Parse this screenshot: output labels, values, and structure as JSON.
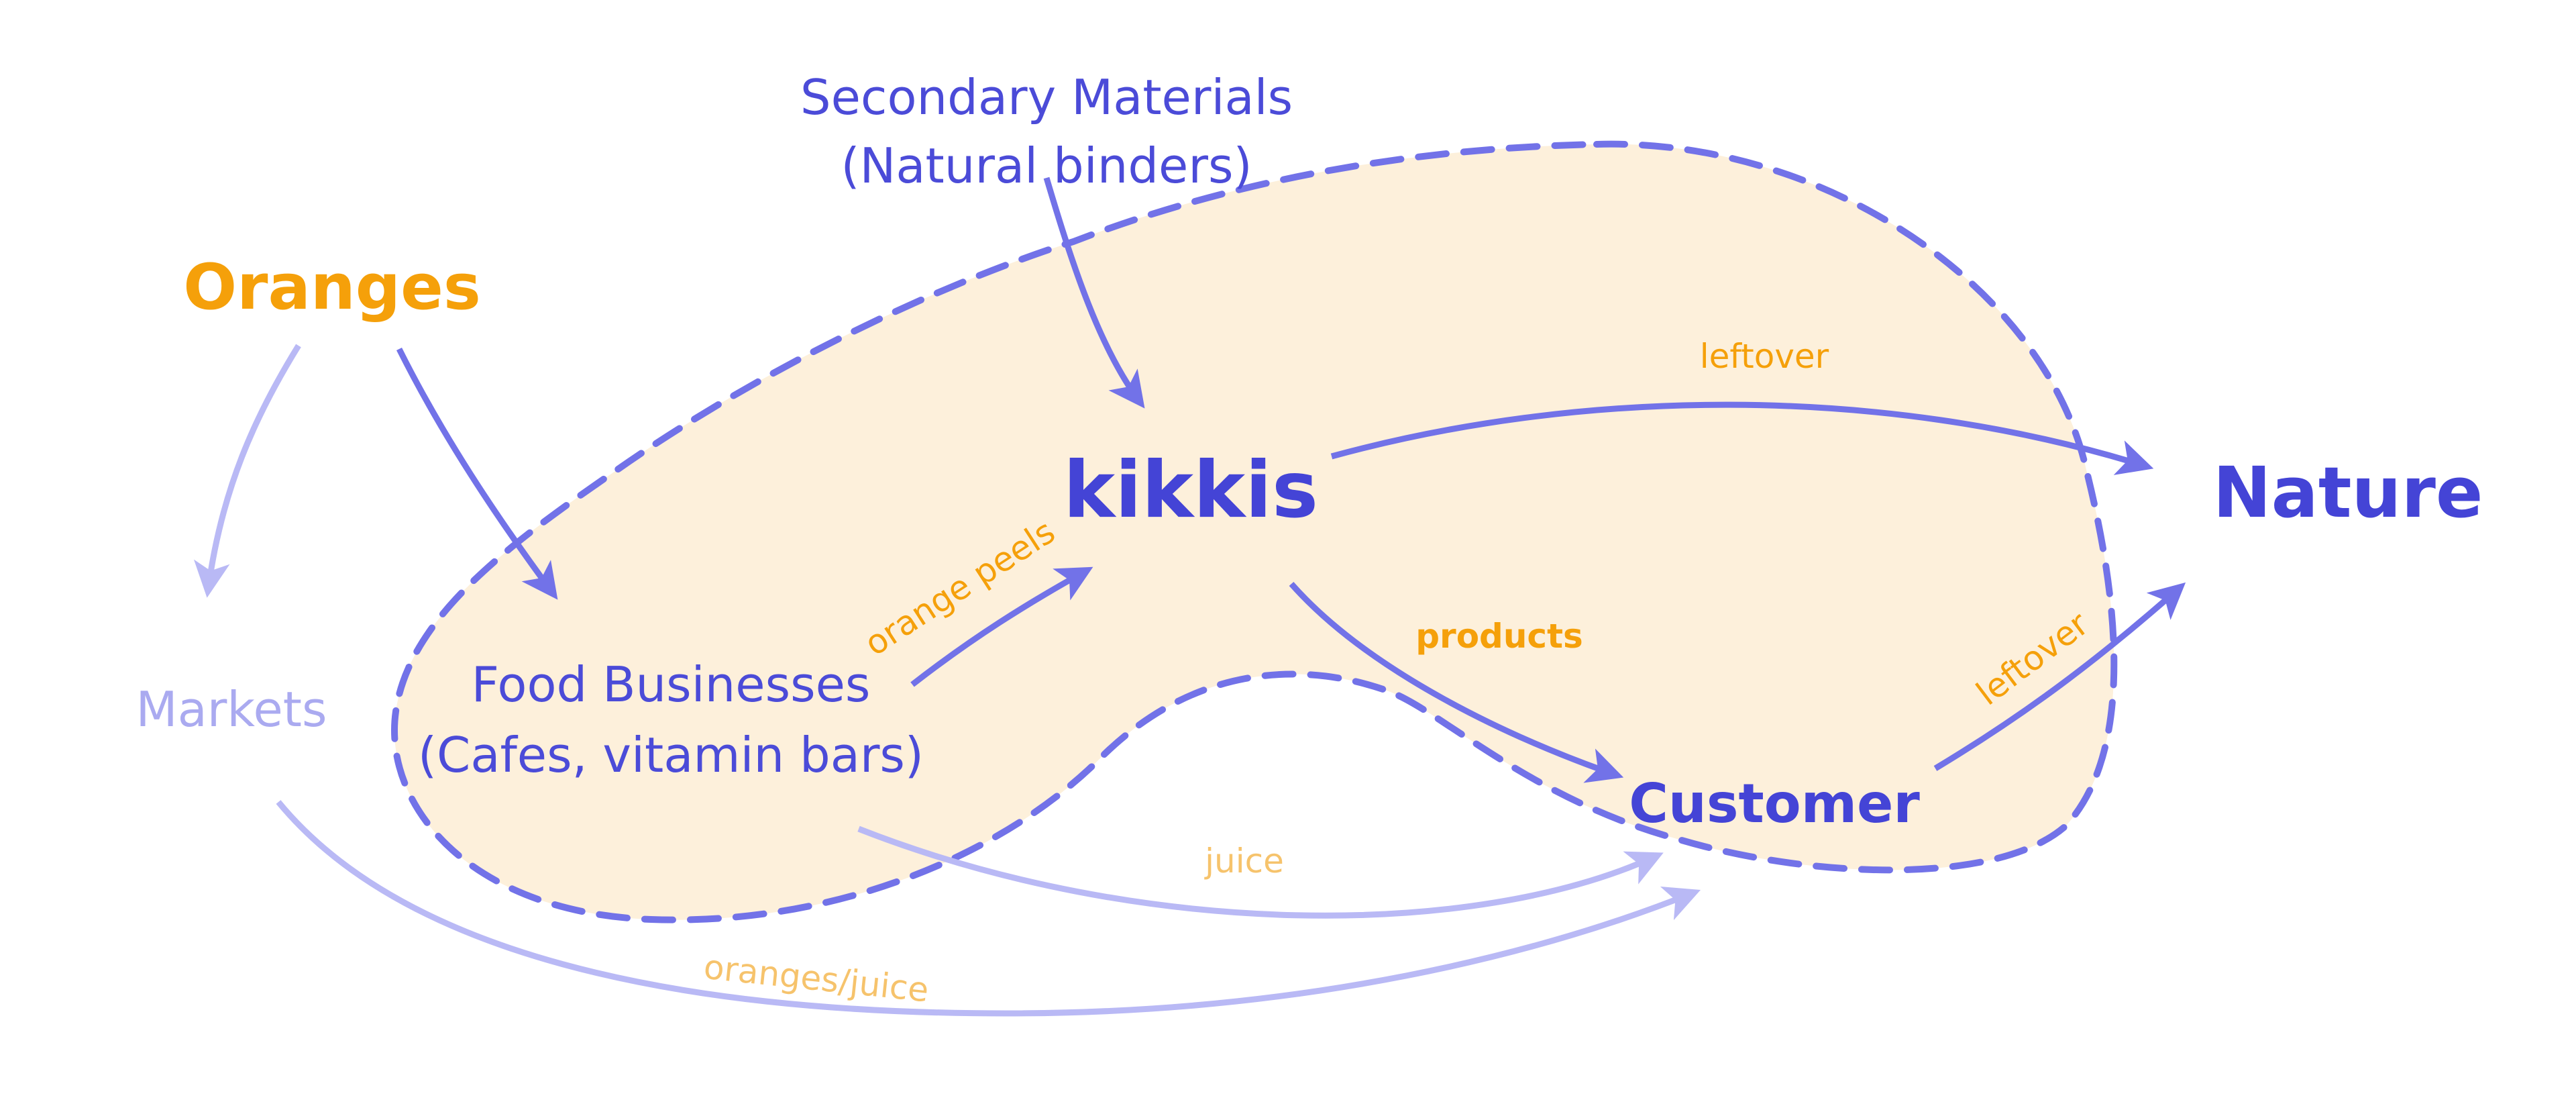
{
  "colors": {
    "region_fill": "#fdf0db",
    "region_stroke": "#7272e8",
    "arrow_strong": "#7272e8",
    "arrow_light": "#b9b9f5",
    "text_orange": "#f5a00a",
    "text_orange_light": "#f6c36c",
    "text_blue": "#4b4bd8",
    "text_blue_dark": "#4444d6",
    "text_blue_light": "#aaaaf0"
  },
  "nodes": {
    "oranges": "Oranges",
    "secondary_materials_line1": "Secondary Materials",
    "secondary_materials_line2": "(Natural binders)",
    "kikkis": "kikkis",
    "nature": "Nature",
    "markets": "Markets",
    "food_businesses_line1": "Food Businesses",
    "food_businesses_line2": "(Cafes, vitamin bars)",
    "customer": "Customer"
  },
  "edge_labels": {
    "leftover_top": "leftover",
    "orange_peels": "orange peels",
    "products": "products",
    "leftover_right": "leftover",
    "juice": "juice",
    "oranges_juice": "oranges/juice"
  }
}
